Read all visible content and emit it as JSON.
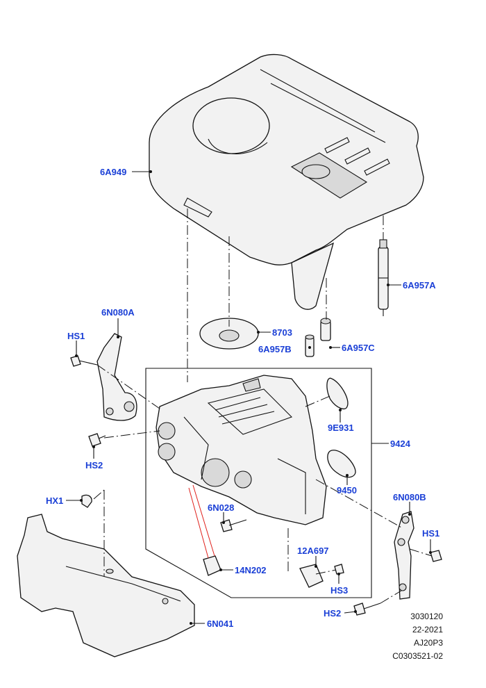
{
  "labels": {
    "l_6A949": "6A949",
    "l_6A957A": "6A957A",
    "l_8703": "8703",
    "l_6A957B": "6A957B",
    "l_6A957C": "6A957C",
    "l_6N080A": "6N080A",
    "l_HS1_left": "HS1",
    "l_HS2_left": "HS2",
    "l_9E931": "9E931",
    "l_9424": "9424",
    "l_9450": "9450",
    "l_6N028": "6N028",
    "l_HX1": "HX1",
    "l_14N202": "14N202",
    "l_12A697": "12A697",
    "l_HS3": "HS3",
    "l_6N080B": "6N080B",
    "l_HS1_right": "HS1",
    "l_HS2_right": "HS2",
    "l_6N041": "6N041"
  },
  "meta": {
    "line1": "3030120",
    "line2": "22-2021",
    "line3": "AJ20P3",
    "line4": "C0303521-02"
  },
  "colors": {
    "label": "#1a3fd6",
    "line": "#111111",
    "fill": "#f2f2f2",
    "accent_red": "#e0201b"
  }
}
